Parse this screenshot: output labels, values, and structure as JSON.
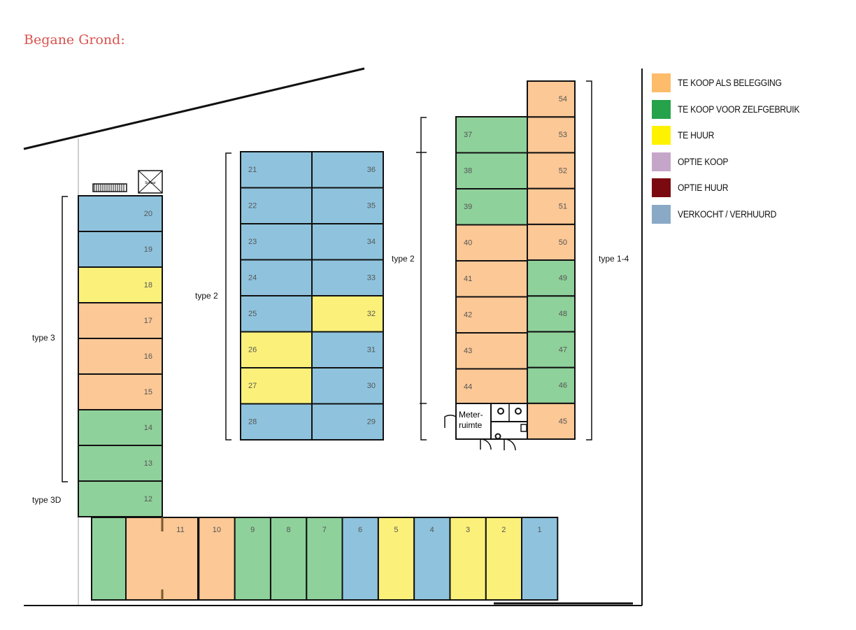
{
  "heading": "Begane Grond:",
  "legend": [
    {
      "key": "koop_belegging",
      "label": "TE KOOP ALS BELEGGING",
      "color": "#fdbc6a"
    },
    {
      "key": "koop_zelf",
      "label": "TE KOOP VOOR ZELFGEBRUIK",
      "color": "#25a24a"
    },
    {
      "key": "huur",
      "label": "TE HUUR",
      "color": "#fff200"
    },
    {
      "key": "optie_koop",
      "label": "OPTIE KOOP",
      "color": "#c6a6c8"
    },
    {
      "key": "optie_huur",
      "label": "OPTIE HUUR",
      "color": "#7b0a10"
    },
    {
      "key": "verkocht",
      "label": "VERKOCHT / VERHUURD",
      "color": "#89a9c6"
    }
  ],
  "unit_fill": {
    "koop_belegging": "#fbc896",
    "koop_zelf": "#8fd19b",
    "huur": "#fbf17a",
    "verkocht": "#8fc3dd"
  },
  "type_labels": {
    "left_upper": "type 3",
    "left_lower": "type 3D",
    "middle": "type 2",
    "right_left": "type 2",
    "right_right": "type 1-4"
  },
  "fixtures": {
    "meter_room": [
      "Meter-",
      "ruimte"
    ],
    "stair_label": "Schuur"
  },
  "units": [
    {
      "no": "1",
      "status": "verkocht"
    },
    {
      "no": "2",
      "status": "huur"
    },
    {
      "no": "3",
      "status": "huur"
    },
    {
      "no": "4",
      "status": "verkocht"
    },
    {
      "no": "5",
      "status": "huur"
    },
    {
      "no": "6",
      "status": "verkocht"
    },
    {
      "no": "7",
      "status": "koop_zelf"
    },
    {
      "no": "8",
      "status": "koop_zelf"
    },
    {
      "no": "9",
      "status": "koop_zelf"
    },
    {
      "no": "10",
      "status": "koop_belegging"
    },
    {
      "no": "11",
      "status": "koop_belegging"
    },
    {
      "no": "12",
      "status": "koop_zelf"
    },
    {
      "no": "13",
      "status": "koop_zelf"
    },
    {
      "no": "14",
      "status": "koop_zelf"
    },
    {
      "no": "15",
      "status": "koop_belegging"
    },
    {
      "no": "16",
      "status": "koop_belegging"
    },
    {
      "no": "17",
      "status": "koop_belegging"
    },
    {
      "no": "18",
      "status": "huur"
    },
    {
      "no": "19",
      "status": "verkocht"
    },
    {
      "no": "20",
      "status": "verkocht"
    },
    {
      "no": "21",
      "status": "verkocht"
    },
    {
      "no": "22",
      "status": "verkocht"
    },
    {
      "no": "23",
      "status": "verkocht"
    },
    {
      "no": "24",
      "status": "verkocht"
    },
    {
      "no": "25",
      "status": "verkocht"
    },
    {
      "no": "26",
      "status": "huur"
    },
    {
      "no": "27",
      "status": "huur"
    },
    {
      "no": "28",
      "status": "verkocht"
    },
    {
      "no": "29",
      "status": "verkocht"
    },
    {
      "no": "30",
      "status": "verkocht"
    },
    {
      "no": "31",
      "status": "verkocht"
    },
    {
      "no": "32",
      "status": "huur"
    },
    {
      "no": "33",
      "status": "verkocht"
    },
    {
      "no": "34",
      "status": "verkocht"
    },
    {
      "no": "35",
      "status": "verkocht"
    },
    {
      "no": "36",
      "status": "verkocht"
    },
    {
      "no": "37",
      "status": "koop_zelf"
    },
    {
      "no": "38",
      "status": "koop_zelf"
    },
    {
      "no": "39",
      "status": "koop_zelf"
    },
    {
      "no": "40",
      "status": "koop_belegging"
    },
    {
      "no": "41",
      "status": "koop_belegging"
    },
    {
      "no": "42",
      "status": "koop_belegging"
    },
    {
      "no": "43",
      "status": "koop_belegging"
    },
    {
      "no": "44",
      "status": "koop_belegging"
    },
    {
      "no": "45",
      "status": "koop_belegging"
    },
    {
      "no": "46",
      "status": "koop_zelf"
    },
    {
      "no": "47",
      "status": "koop_zelf"
    },
    {
      "no": "48",
      "status": "koop_zelf"
    },
    {
      "no": "49",
      "status": "koop_zelf"
    },
    {
      "no": "50",
      "status": "koop_belegging"
    },
    {
      "no": "51",
      "status": "koop_belegging"
    },
    {
      "no": "52",
      "status": "koop_belegging"
    },
    {
      "no": "53",
      "status": "koop_belegging"
    },
    {
      "no": "54",
      "status": "koop_belegging"
    }
  ]
}
